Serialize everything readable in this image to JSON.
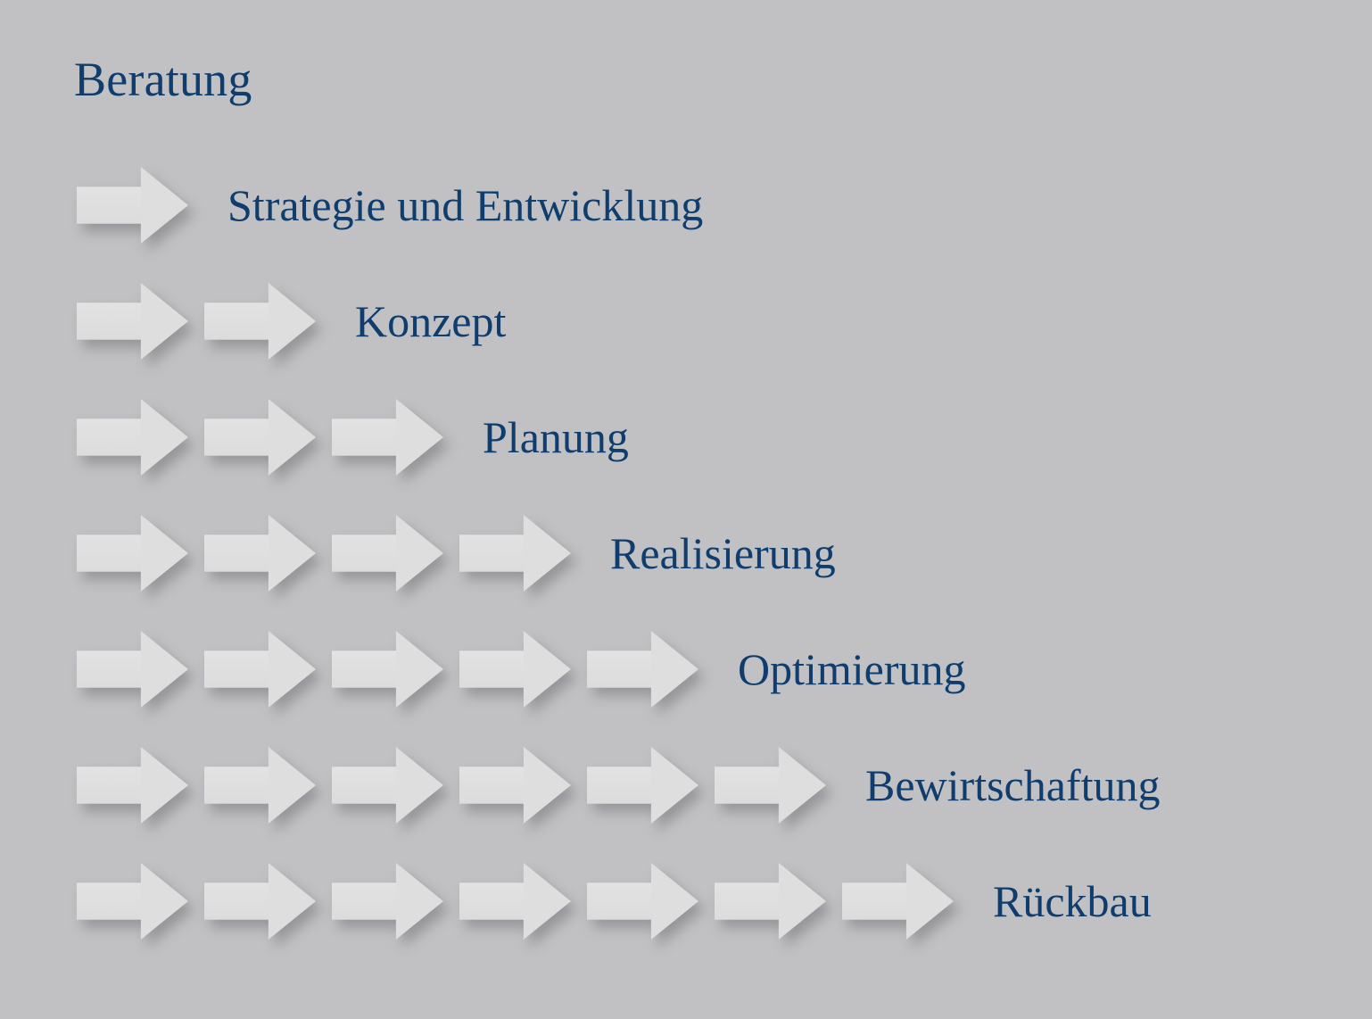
{
  "page": {
    "title": "Beratung",
    "background_color": "#c1c1c4",
    "text_color": "#0f3d6e",
    "arrow_color": "#dedede"
  },
  "diagram": {
    "type": "staircase-arrow-process",
    "description": "Process phase staircase: each row adds one more block arrow before its phase label.",
    "rows": [
      {
        "index": 1,
        "arrow_count": 1,
        "label": "Strategie und Entwicklung"
      },
      {
        "index": 2,
        "arrow_count": 2,
        "label": "Konzept"
      },
      {
        "index": 3,
        "arrow_count": 3,
        "label": "Planung"
      },
      {
        "index": 4,
        "arrow_count": 4,
        "label": "Realisierung"
      },
      {
        "index": 5,
        "arrow_count": 5,
        "label": "Optimierung"
      },
      {
        "index": 6,
        "arrow_count": 6,
        "label": "Bewirtschaftung"
      },
      {
        "index": 7,
        "arrow_count": 7,
        "label": "Rückbau"
      }
    ]
  }
}
